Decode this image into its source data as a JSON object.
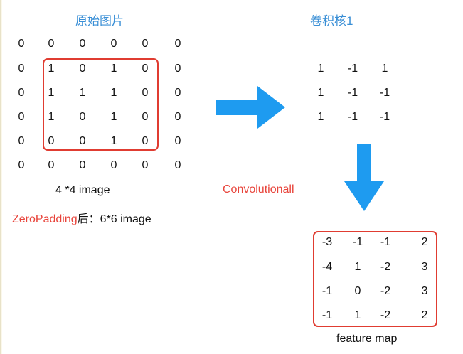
{
  "input": {
    "title": "原始图片",
    "matrix": [
      [
        "0",
        "0",
        "0",
        "0",
        "0",
        "0"
      ],
      [
        "0",
        "1",
        "0",
        "1",
        "0",
        "0"
      ],
      [
        "0",
        "1",
        "1",
        "1",
        "0",
        "0"
      ],
      [
        "0",
        "1",
        "0",
        "1",
        "0",
        "0"
      ],
      [
        "0",
        "0",
        "0",
        "1",
        "0",
        "0"
      ],
      [
        "0",
        "0",
        "0",
        "0",
        "0",
        "0"
      ]
    ],
    "caption": "4 *4 image",
    "padding_label": "ZeroPadding",
    "padding_suffix": "后：6*6 image"
  },
  "kernel": {
    "title": "卷积核1",
    "matrix": [
      [
        "1",
        "-1",
        "1"
      ],
      [
        "1",
        "-1",
        "-1"
      ],
      [
        "1",
        "-1",
        "-1"
      ]
    ]
  },
  "operation_label": "Convolutionall",
  "feature_map": {
    "matrix": [
      [
        "-3",
        "-1",
        "-1",
        "2"
      ],
      [
        "-4",
        "1",
        "-2",
        "3"
      ],
      [
        "-1",
        "0",
        "-2",
        "3"
      ],
      [
        "-1",
        "1",
        "-2",
        "2"
      ]
    ],
    "caption": "feature map"
  },
  "colors": {
    "title_blue": "#3a8fd6",
    "highlight_red": "#e03c31",
    "arrow_blue": "#1e9bf0"
  }
}
